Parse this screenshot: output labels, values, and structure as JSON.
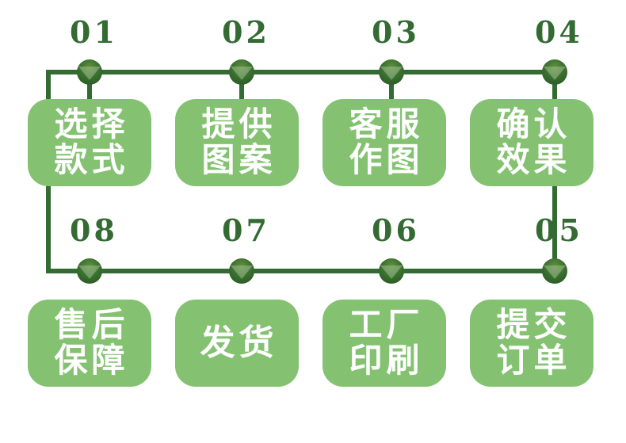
{
  "diagram": {
    "title": "",
    "colors": {
      "card_fill": "#84C272",
      "line": "#336B33",
      "dot": "#3A6F2E",
      "dot_highlight": "#A9C49B",
      "number_text": "#336B33",
      "card_text": "#FFFFFF",
      "background": "#FFFFFF"
    },
    "steps": [
      {
        "number": "01",
        "lines": [
          "选择",
          "款式"
        ],
        "row": "top",
        "column": 0
      },
      {
        "number": "02",
        "lines": [
          "提供",
          "图案"
        ],
        "row": "top",
        "column": 1
      },
      {
        "number": "03",
        "lines": [
          "客服",
          "作图"
        ],
        "row": "top",
        "column": 2
      },
      {
        "number": "04",
        "lines": [
          "确认",
          "效果"
        ],
        "row": "top",
        "column": 3
      },
      {
        "number": "05",
        "lines": [
          "提交",
          "订单"
        ],
        "row": "bottom",
        "column": 3
      },
      {
        "number": "06",
        "lines": [
          "工厂",
          "印刷"
        ],
        "row": "bottom",
        "column": 2
      },
      {
        "number": "07",
        "lines": [
          "发货"
        ],
        "row": "bottom",
        "column": 1
      },
      {
        "number": "08",
        "lines": [
          "售后",
          "保障"
        ],
        "row": "bottom",
        "column": 0
      }
    ],
    "flow_direction": "left-to-right on top row, then right-to-left on bottom row"
  }
}
